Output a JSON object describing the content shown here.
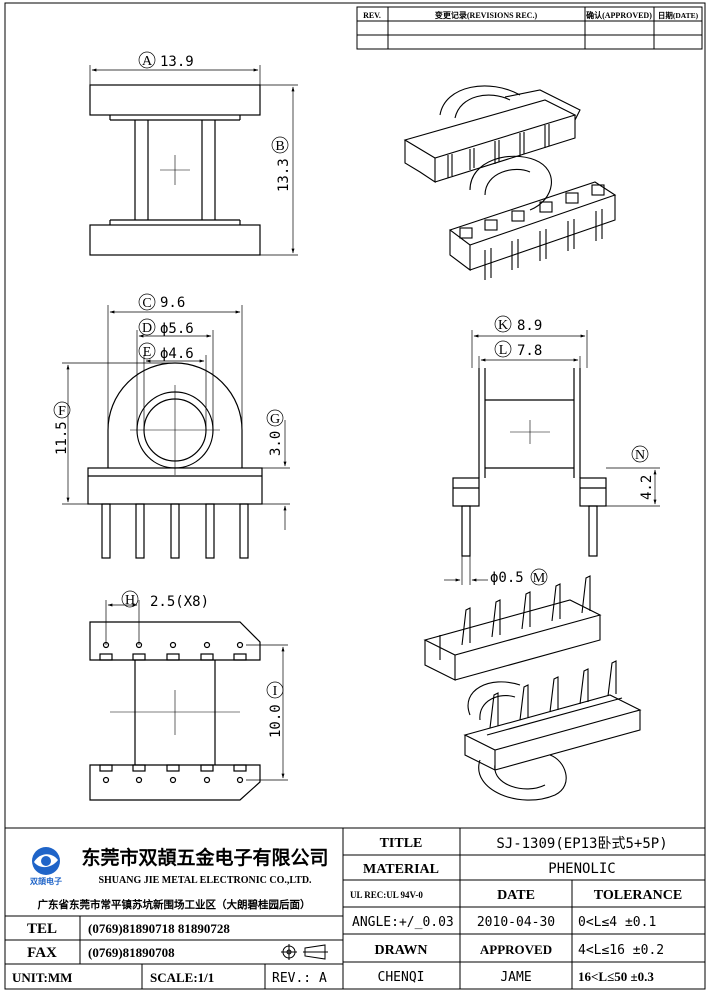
{
  "revision_table": {
    "rev_header": "REV.",
    "record_header": "变更记录(REVISIONS REC.)",
    "approved_header": "确认(APPROVED)",
    "date_header": "日期(DATE)"
  },
  "dimensions": {
    "a": {
      "letter": "A",
      "value": "13.9"
    },
    "b": {
      "letter": "B",
      "value": "13.3"
    },
    "c": {
      "letter": "C",
      "value": "9.6"
    },
    "d": {
      "letter": "D",
      "value": "ϕ5.6"
    },
    "e": {
      "letter": "E",
      "value": "ϕ4.6"
    },
    "f": {
      "letter": "F",
      "value": "11.5"
    },
    "g": {
      "letter": "G",
      "value": "3.0"
    },
    "h": {
      "letter": "H",
      "value": "2.5(X8)"
    },
    "i": {
      "letter": "I",
      "value": "10.0"
    },
    "k": {
      "letter": "K",
      "value": "8.9"
    },
    "l": {
      "letter": "L",
      "value": "7.8"
    },
    "m": {
      "letter": "M",
      "value": "ϕ0.5"
    },
    "n": {
      "letter": "N",
      "value": "4.2"
    }
  },
  "title_block": {
    "company_cn": "东莞市双頡五金电子有限公司",
    "company_en": "SHUANG JIE METAL ELECTRONIC CO.,LTD.",
    "logo_text": "双頡电子",
    "address": "广东省东莞市常平镇苏坑新围场工业区（大朗碧桂园后面）",
    "tel_label": "TEL",
    "tel_value": "(0769)81890718  81890728",
    "fax_label": "FAX",
    "fax_value": "(0769)81890708",
    "unit": "UNIT:MM",
    "scale": "SCALE:1/1",
    "rev": "REV.:  A",
    "title_label": "TITLE",
    "title_value": "SJ-1309(EP13卧式5+5P)",
    "material_label": "MATERIAL",
    "material_value": "PHENOLIC",
    "ul_rec": "UL REC:UL 94V-0",
    "date_label": "DATE",
    "date_value": "2010-04-30",
    "tolerance_label": "TOLERANCE",
    "angle": "ANGLE:+/_0.03",
    "drawn_label": "DRAWN",
    "drawn_value": "CHENQI",
    "approved_label": "APPROVED",
    "approved_value": "JAME",
    "tol1": "0<L≤4   ±0.1",
    "tol2": "4<L≤16  ±0.2",
    "tol3": "16<L≤50 ±0.3"
  }
}
